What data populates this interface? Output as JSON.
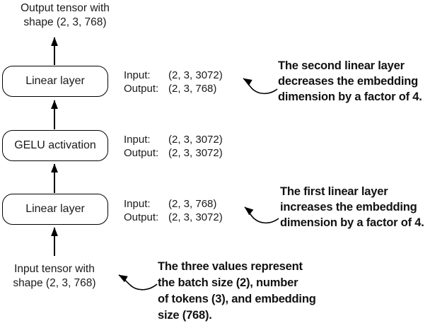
{
  "diagram": {
    "output_tensor_label": {
      "line1": "Output tensor with",
      "line2": "shape (2, 3, 768)"
    },
    "input_tensor_label": {
      "line1": "Input tensor with",
      "line2": "shape (2, 3, 768)"
    },
    "layers": [
      {
        "name": "Linear layer",
        "io": {
          "input_label": "Input:",
          "input_value": "(2, 3, 3072)",
          "output_label": "Output:",
          "output_value": "(2, 3, 768)"
        }
      },
      {
        "name": "GELU activation",
        "io": {
          "input_label": "Input:",
          "input_value": "(2, 3, 3072)",
          "output_label": "Output:",
          "output_value": "(2, 3, 3072)"
        }
      },
      {
        "name": "Linear layer",
        "io": {
          "input_label": "Input:",
          "input_value": "(2, 3, 768)",
          "output_label": "Output:",
          "output_value": "(2, 3, 3072)"
        }
      }
    ],
    "annotations": [
      {
        "lines": [
          "The second linear layer",
          "decreases the embedding",
          "dimension by a factor of 4."
        ]
      },
      {
        "lines": [
          "The first linear layer",
          "increases the embedding",
          "dimension by a factor of 4."
        ]
      },
      {
        "lines": [
          "The three values represent",
          "the batch size (2), number",
          "of tokens (3), and embedding",
          "size (768)."
        ]
      }
    ],
    "colors": {
      "ink": "#000000",
      "background": "#ffffff"
    }
  }
}
